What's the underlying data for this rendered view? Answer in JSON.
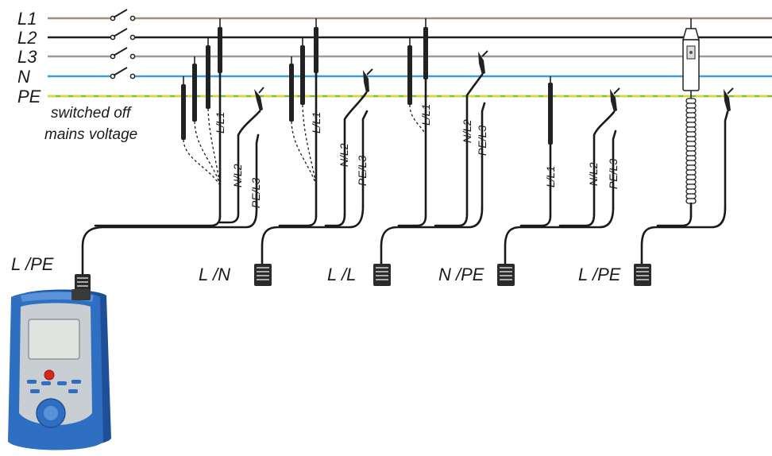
{
  "bus_lines": [
    {
      "label": "L1",
      "color": "#a58f76"
    },
    {
      "label": "L2",
      "color": "#1e1e1e"
    },
    {
      "label": "L3",
      "color": "#9a9a9a"
    },
    {
      "label": "N",
      "color": "#3aa0d8"
    },
    {
      "label": "PE",
      "color": "#7dbb3c"
    }
  ],
  "note": {
    "line1": "switched off",
    "line2": "mains voltage"
  },
  "groups": [
    {
      "mode": "L /PE",
      "leads": [
        "L/L1",
        "N/L2",
        "PE/L3"
      ]
    },
    {
      "mode": "L /N",
      "leads": [
        "L/L1",
        "N/L2",
        "PE/L3"
      ]
    },
    {
      "mode": "L /L",
      "leads": [
        "L/L1",
        "N/L2",
        "PE/L3"
      ]
    },
    {
      "mode": "N /PE",
      "leads": [
        "L/L1",
        "N/L2",
        "PE/L3"
      ]
    },
    {
      "mode": "L /PE",
      "leads": []
    }
  ],
  "colors": {
    "instrument_blue": "#2f6fc2",
    "instrument_dark": "#1f4f99",
    "screen": "#dfe3e0",
    "red_button": "#d9261c"
  }
}
